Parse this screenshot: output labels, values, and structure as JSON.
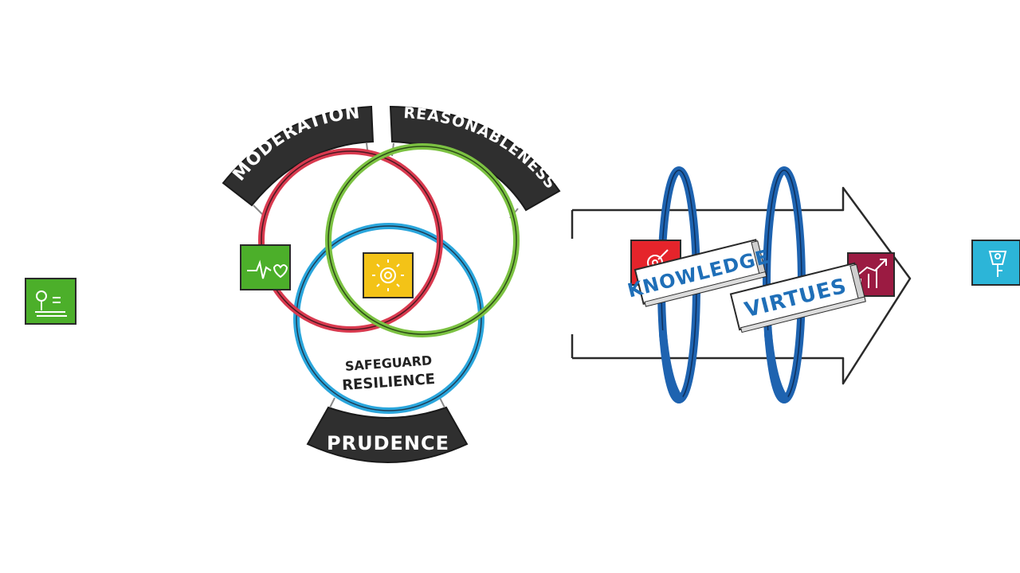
{
  "labels": {
    "moderation": "MODERATION",
    "reasonableness": "REASONABLENESS",
    "prudence": "PRUDENCE",
    "safeguard": "SAFEGUARD",
    "resilience": "RESILIENCE",
    "knowledge": "KNOWLEDGE",
    "virtues": "VIRTUES"
  },
  "icons": {
    "left_tile": "tree-landscape-icon",
    "health_tile": "heartbeat-heart-icon",
    "center_tile": "sun-icon",
    "target_tile": "target-icon",
    "growth_tile": "growth-chart-icon",
    "right_tile": "key-icon"
  },
  "colors": {
    "banner": "#2f2f2f",
    "ring_red": "#d93a4f",
    "ring_green": "#7cc242",
    "ring_blue": "#2aa6dc",
    "ring_dark_blue": "#1e63b0",
    "tile_green": "#4caf2a",
    "tile_yellow": "#f3c317",
    "tile_red": "#e5242b",
    "tile_maroon": "#9b1b42",
    "tile_cyan": "#2cb5d8",
    "ribbon_text": "#1f6fb8"
  }
}
